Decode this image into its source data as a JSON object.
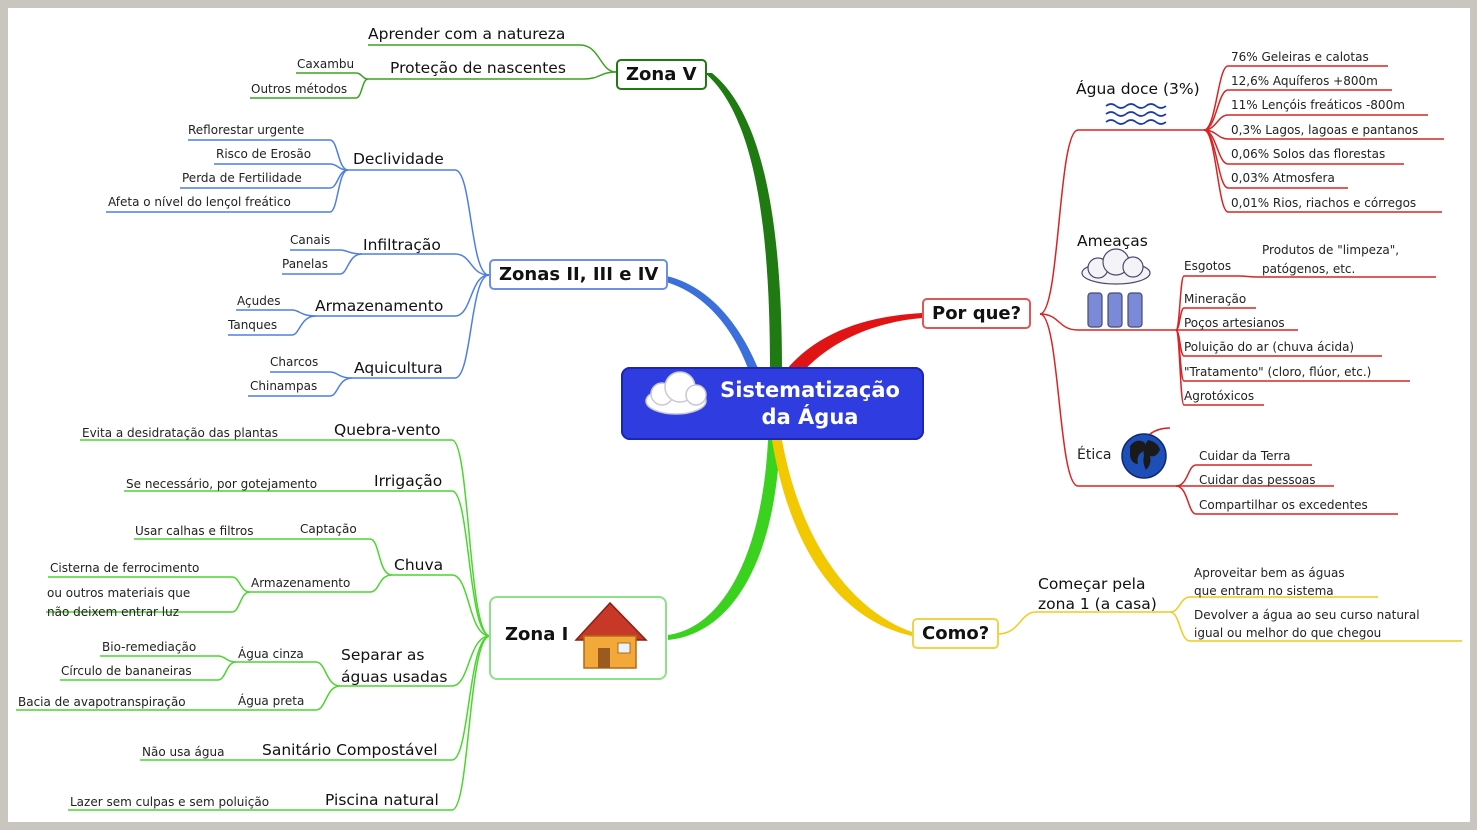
{
  "central": {
    "title": "Sistematização\nda Água"
  },
  "zona_v": {
    "label": "Zona V",
    "items": [
      "Aprender com a natureza",
      "Proteção de nascentes"
    ],
    "nascentes_sub": [
      "Caxambu",
      "Outros métodos"
    ]
  },
  "zonas_2_4": {
    "label": "Zonas II, III e IV",
    "declividade": {
      "label": "Declividade",
      "items": [
        "Reflorestar urgente",
        "Risco de Erosão",
        "Perda de Fertilidade",
        "Afeta o nível do lençol freático"
      ]
    },
    "infiltracao": {
      "label": "Infiltração",
      "items": [
        "Canais",
        "Panelas"
      ]
    },
    "armazenamento": {
      "label": "Armazenamento",
      "items": [
        "Açudes",
        "Tanques"
      ]
    },
    "aquicultura": {
      "label": "Aquicultura",
      "items": [
        "Charcos",
        "Chinampas"
      ]
    }
  },
  "zona_1": {
    "label": "Zona I",
    "quebra_vento": {
      "label": "Quebra-vento",
      "item": "Evita a desidratação das plantas"
    },
    "irrigacao": {
      "label": "Irrigação",
      "item": "Se necessário, por gotejamento"
    },
    "chuva": {
      "label": "Chuva",
      "captacao": {
        "label": "Captação",
        "item": "Usar calhas e filtros"
      },
      "armazenamento": {
        "label": "Armazenamento",
        "items": [
          "Cisterna de ferrocimento",
          "ou outros materiais que\nnão deixem entrar luz"
        ]
      }
    },
    "separar": {
      "label": "Separar as\náguas usadas",
      "agua_cinza": {
        "label": "Água cinza",
        "items": [
          "Bio-remediação",
          "Círculo de bananeiras"
        ]
      },
      "agua_preta": {
        "label": "Água preta",
        "item": "Bacia de avapotranspiração"
      }
    },
    "sanitario": {
      "label": "Sanitário Compostável",
      "item": "Não usa água"
    },
    "piscina": {
      "label": "Piscina natural",
      "item": "Lazer sem culpas e sem poluição"
    }
  },
  "por_que": {
    "label": "Por que?",
    "agua_doce": {
      "label": "Água doce (3%)",
      "items": [
        "76% Geleiras e calotas",
        "12,6% Aquíferos +800m",
        "11% Lençóis freáticos -800m",
        "0,3% Lagos, lagoas e pantanos",
        "0,06% Solos das florestas",
        "0,03% Atmosfera",
        "0,01% Rios, riachos e córregos"
      ]
    },
    "ameacas": {
      "label": "Ameaças",
      "esgotos": "Esgotos",
      "esgotos_sub": "Produtos de \"limpeza\",\npatógenos, etc.",
      "items": [
        "Mineração",
        "Poços artesianos",
        "Poluição do ar (chuva ácida)",
        "\"Tratamento\" (cloro, flúor, etc.)",
        "Agrotóxicos"
      ]
    },
    "etica": {
      "label": "Ética",
      "items": [
        "Cuidar da Terra",
        "Cuidar das pessoas",
        "Compartilhar os excedentes"
      ]
    }
  },
  "como": {
    "label": "Como?",
    "sub": "Começar pela\nzona 1 (a casa)",
    "items": [
      "Aproveitar bem as águas\nque entram no sistema",
      "Devolver a água ao seu curso natural\nigual ou melhor do que chegou"
    ]
  },
  "colors": {
    "zona_v": "#1f7a12",
    "zonas_2_4": "#3a6fdc",
    "zona_1": "#3ad21f",
    "por_que": "#e01414",
    "como": "#f2c800",
    "central": "#2f3de0"
  },
  "icons": [
    "cloud-icon",
    "house-icon",
    "water-waves-icon",
    "storm-cloud-icon",
    "globe-icon"
  ]
}
